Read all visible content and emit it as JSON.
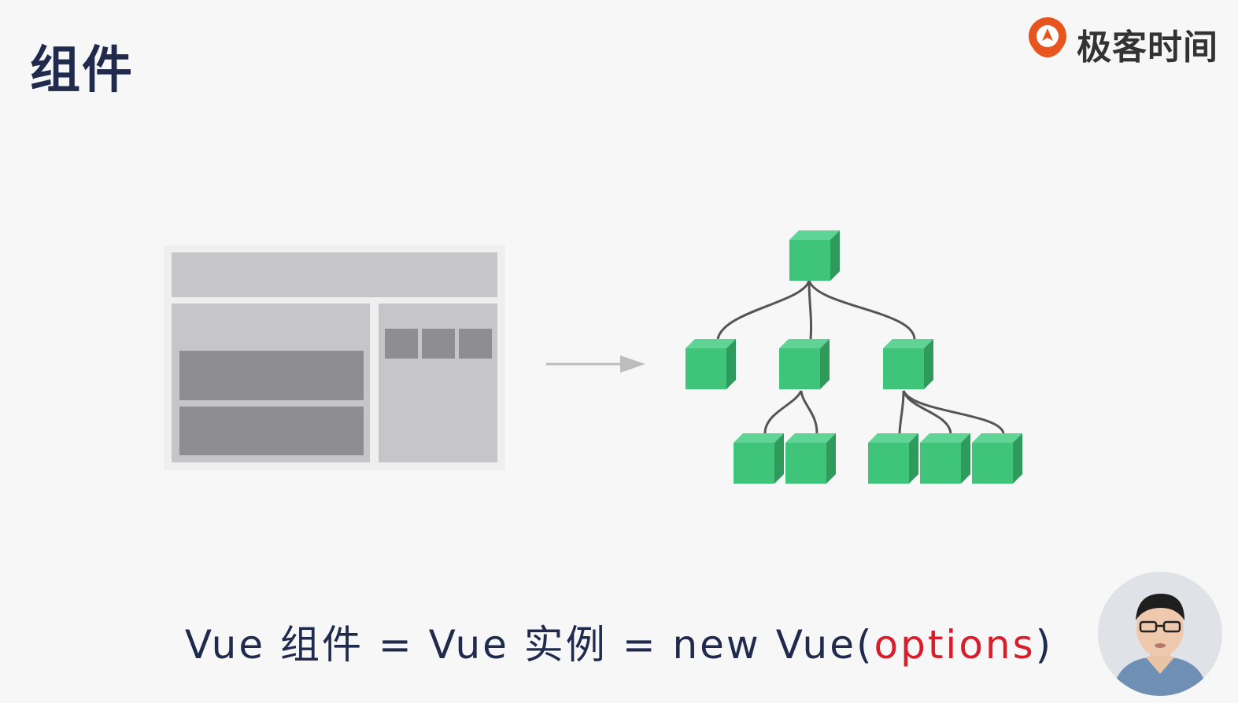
{
  "title": "组件",
  "brand": {
    "name": "极客时间",
    "accent": "#e8541e"
  },
  "formula": {
    "prefix": "Vue 组件 = Vue 实例 = new Vue(",
    "options": "options",
    "suffix": ")",
    "text_color": "#1f2a4d",
    "options_color": "#d81e2a"
  },
  "diagram": {
    "block_colors": {
      "frame": "#efefef",
      "panel": "#c6c5c8",
      "dark": "#8e8d90"
    },
    "cube_colors": {
      "front": "#3fc57a",
      "top": "#5fd494",
      "side": "#2e9a5c"
    },
    "connector_color": "#555555"
  },
  "presenter": {
    "icon": "video-avatar"
  }
}
